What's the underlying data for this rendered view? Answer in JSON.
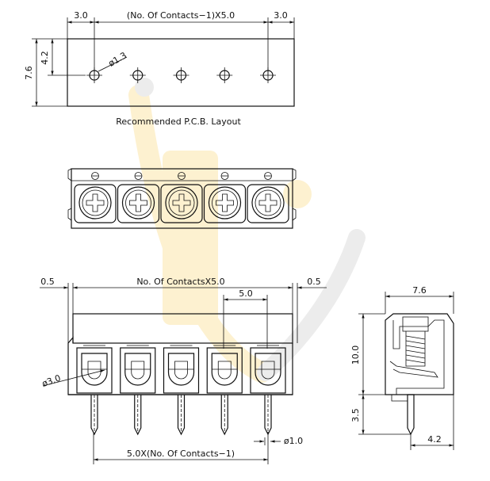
{
  "pcb_layout": {
    "dim_left": "3.0",
    "dim_center": "(No. Of Contacts−1)X5.0",
    "dim_right": "3.0",
    "dim_height": "7.6",
    "dim_hole_offset": "4.2",
    "hole_diameter": "ø1.3",
    "caption": "Recommended P.C.B. Layout",
    "holes": 5
  },
  "top_view": {
    "screws": 5
  },
  "front_view": {
    "dim_left": "0.5",
    "dim_center": "No. Of ContactsX5.0",
    "dim_right": "0.5",
    "dim_pitch": "5.0",
    "dim_wire": "ø3.0",
    "dim_pin": "ø1.0",
    "dim_bottom": "5.0X(No. Of Contacts−1)",
    "contacts": 5
  },
  "side_view": {
    "dim_width": "7.6",
    "dim_height": "10.0",
    "dim_pin_length": "3.5",
    "dim_pin_offset": "4.2"
  },
  "colors": {
    "line": "#111111",
    "watermark_yellow": "#f5b400",
    "watermark_gray": "#9a9a9a"
  }
}
